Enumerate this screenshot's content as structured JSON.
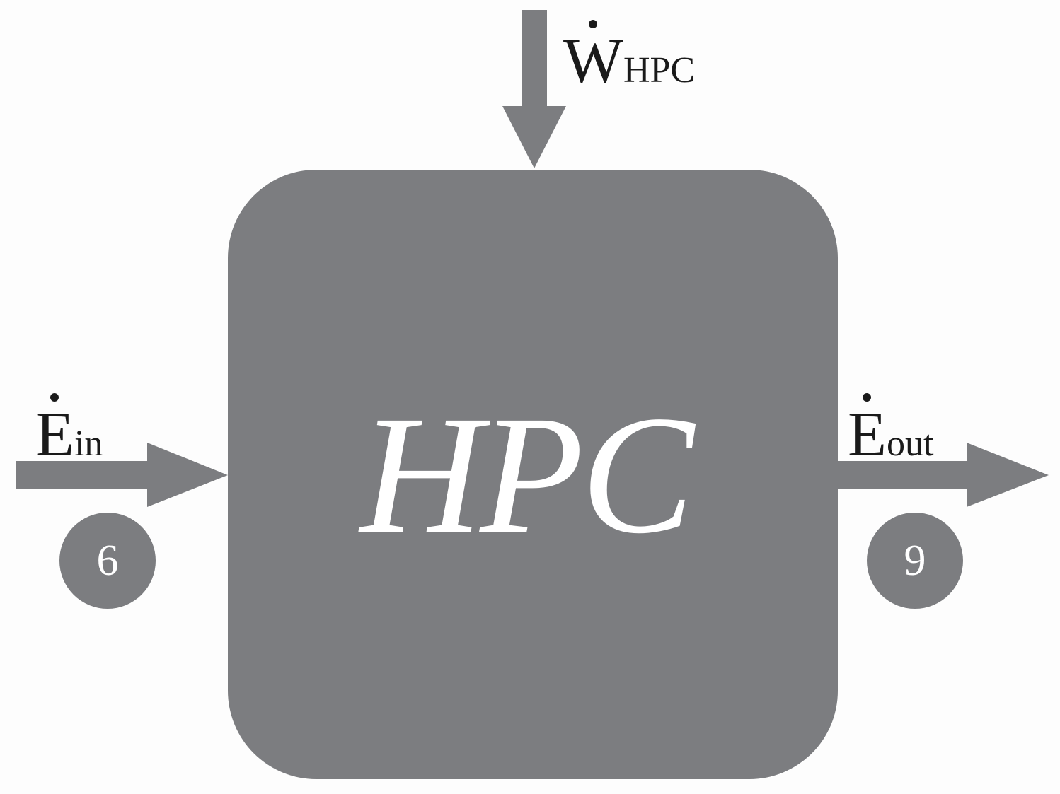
{
  "component": {
    "label": "HPC",
    "fill_color": "#7c7d80",
    "text_color": "#ffffff"
  },
  "work_input": {
    "symbol": "W",
    "subscript": "HPC",
    "direction": "down"
  },
  "exergy_in": {
    "symbol": "E",
    "subscript": "in",
    "stream_number": "6",
    "direction": "right"
  },
  "exergy_out": {
    "symbol": "E",
    "subscript": "out",
    "stream_number": "9",
    "direction": "right"
  },
  "colors": {
    "arrow": "#7c7d80",
    "background": "#fdfdfd",
    "label_text": "#1a1a1a"
  }
}
